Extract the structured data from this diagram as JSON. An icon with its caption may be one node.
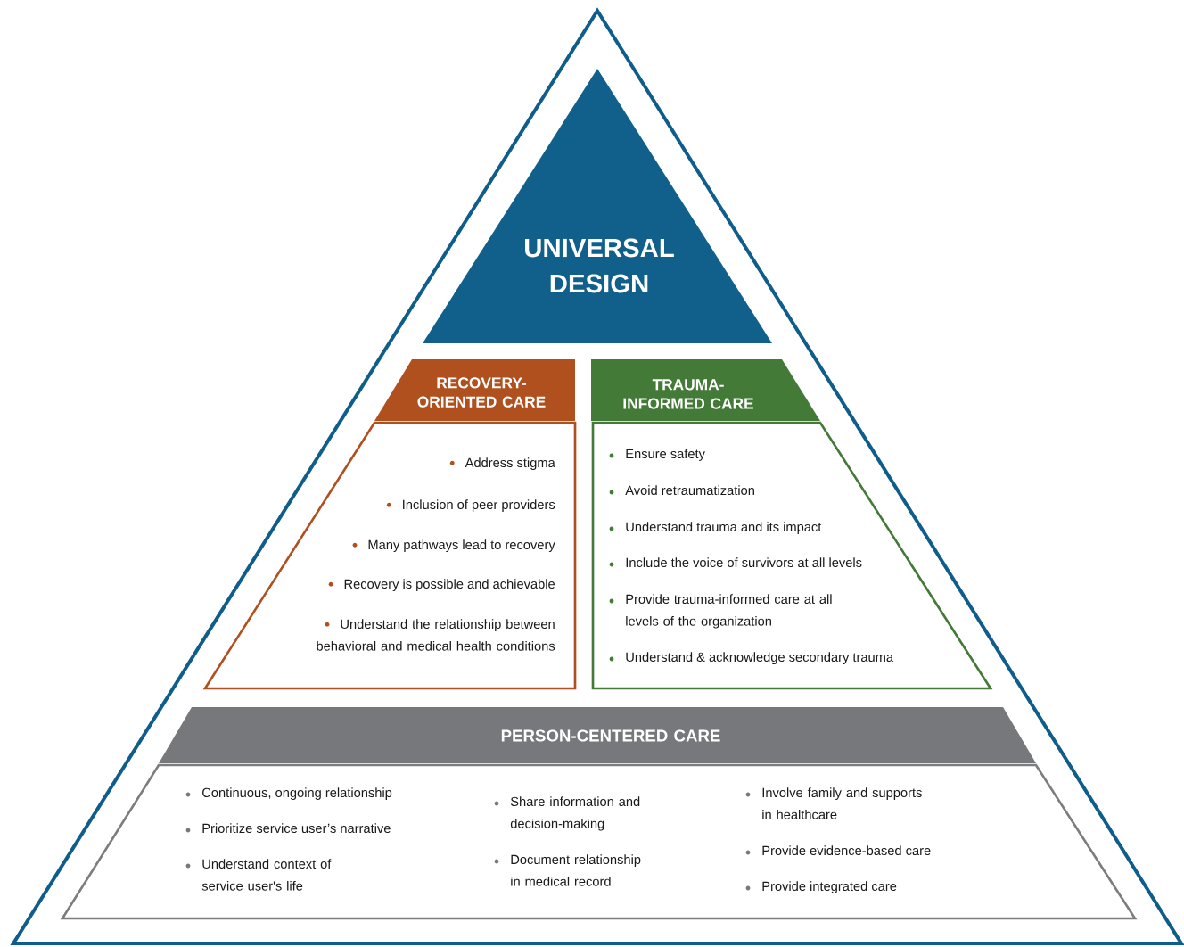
{
  "diagram": {
    "nodes": [
      {
        "text": [
          "UNIVERSAL DESIGN"
        ]
      },
      {
        "text": [
          "RECOVERY-ORIENTED CARE",
          "Address stigma",
          "Inclusion of peer providers",
          "Many pathways lead to recovery",
          "Recovery is possible and achievable",
          "Understand the relationship between behavioral and medical health conditions"
        ]
      },
      {
        "text": [
          "TRAUMA-INFORMED CARE",
          "Ensure safety",
          "Avoid retraumatization",
          "Understand trauma and its impact",
          "Include the voice of survivors at all levels",
          "Provide trauma-informed care at all levels of the organization",
          "Understand & acknowledge secondary trauma"
        ]
      },
      {
        "text": [
          "PERSON-CENTERED CARE",
          "Continuous, ongoing relationship",
          "Prioritize service user’s narrative",
          "Understand context of service user's life",
          "Share information and decision-making",
          "Document relationship in medical record",
          "Involve family and supports in healthcare",
          "Provide evidence-based care",
          "Provide integrated care"
        ]
      }
    ]
  }
}
